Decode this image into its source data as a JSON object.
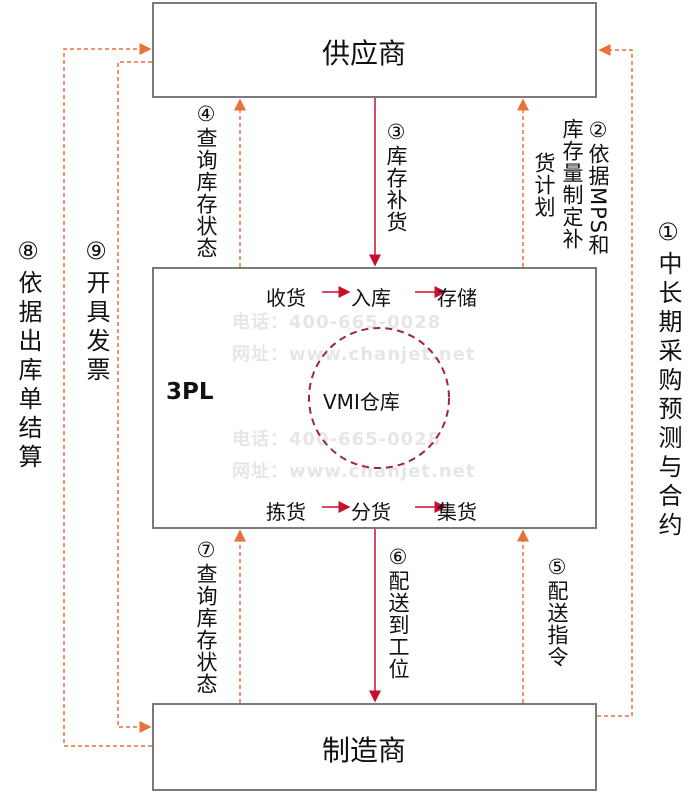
{
  "watermark": {
    "phone": "电话：400-665-0028",
    "site": "网址：www.chanjet.net"
  },
  "nodes": {
    "supplier": "供应商",
    "tpl": "3PL",
    "manufacturer": "制造商",
    "vmi": "VMI仓库"
  },
  "inbound": [
    "收货",
    "入库",
    "存储"
  ],
  "outbound": [
    "拣货",
    "分货",
    "集货"
  ],
  "flows": {
    "f1": "①中长期采购预测与合约",
    "f2a": "②依据MPS和",
    "f2b": "库存量制定补",
    "f2c": "货计划",
    "f3": "③库存补货",
    "f4": "④查询库存状态",
    "f5": "⑤配送指令",
    "f6": "⑥配送到工位",
    "f7": "⑦查询库存状态",
    "f8": "⑧依据出库单结算",
    "f9": "⑨开具发票"
  },
  "colors": {
    "dashed": "#e8703a",
    "solid": "#c8102e",
    "circle": "#a0283a"
  }
}
